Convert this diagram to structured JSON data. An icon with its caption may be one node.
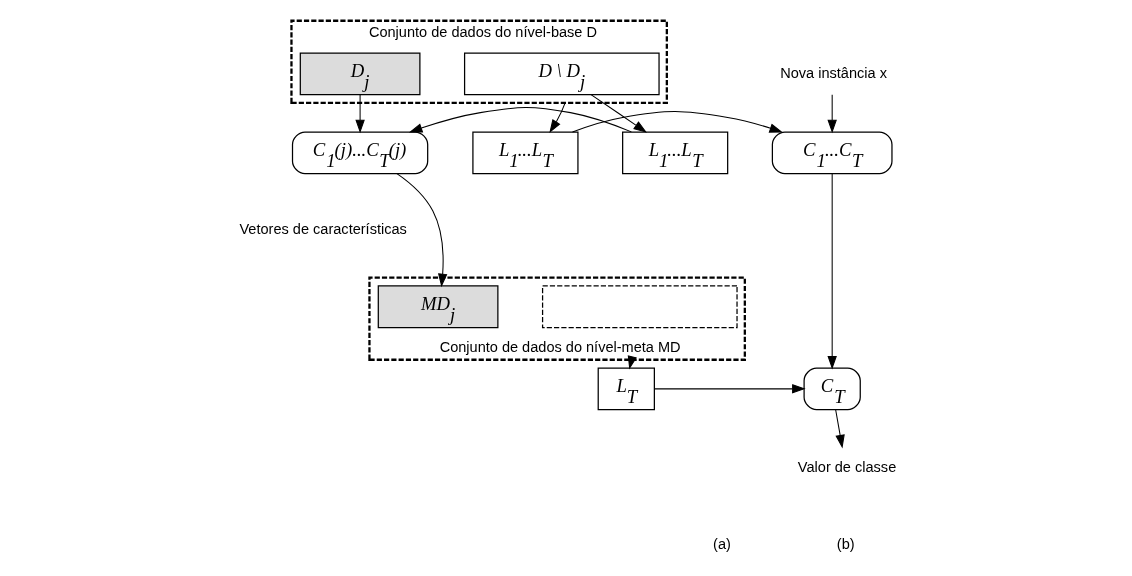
{
  "diagram": {
    "nodes": [
      {
        "text": [
          "Conjunto de dados do nível-base D"
        ]
      },
      {
        "text": [
          "D$_{j}$"
        ],
        "in": 0
      },
      {
        "text": [
          "D \\ D$_{j}$"
        ],
        "in": 0
      },
      {
        "text": [
          "C$_{1}$(j)...C$_{T}$(j)"
        ]
      },
      {
        "text": [
          "L$_{1}$...L$_{T}$"
        ]
      },
      {
        "text": [
          "Conjunto de dados do nível-meta MD"
        ]
      },
      {
        "text": [
          "MD$_{j}$"
        ],
        "in": 5
      },
      {
        "text": [],
        "shape": "box",
        "in": 5
      },
      {
        "text": [
          "L$_{1}$...L$_{T}$"
        ]
      },
      {
        "text": [
          "C$_{1}$...C$_{T}$"
        ]
      },
      {
        "text": [
          "L$_{T}$"
        ]
      },
      {
        "text": [
          "C$_{T}$"
        ]
      },
      {
        "text": [
          "Nova instância x"
        ]
      },
      {
        "text": [
          "Valor de classe"
        ]
      }
    ],
    "edges": [
      {
        "from": 1,
        "to": 3,
        "arrow": "to"
      },
      {
        "from": 2,
        "to": 4,
        "arrow": "to"
      },
      {
        "from": 4,
        "to": 3,
        "arrow": "to"
      },
      {
        "from": 3,
        "to": 6,
        "arrow": "to"
      },
      {
        "from": 0,
        "to": 8,
        "arrow": "to"
      },
      {
        "from": 8,
        "to": 9,
        "arrow": "to"
      },
      {
        "from": 12,
        "to": 9,
        "arrow": "to"
      },
      {
        "from": 9,
        "to": 11,
        "arrow": "to"
      },
      {
        "from": 5,
        "to": 10,
        "arrow": "to"
      },
      {
        "from": 10,
        "to": 11,
        "arrow": "to"
      },
      {
        "from": 11,
        "to": 13,
        "arrow": "to"
      }
    ],
    "labels": [
      "Vetores de características",
      "(a)",
      "(b)"
    ]
  }
}
